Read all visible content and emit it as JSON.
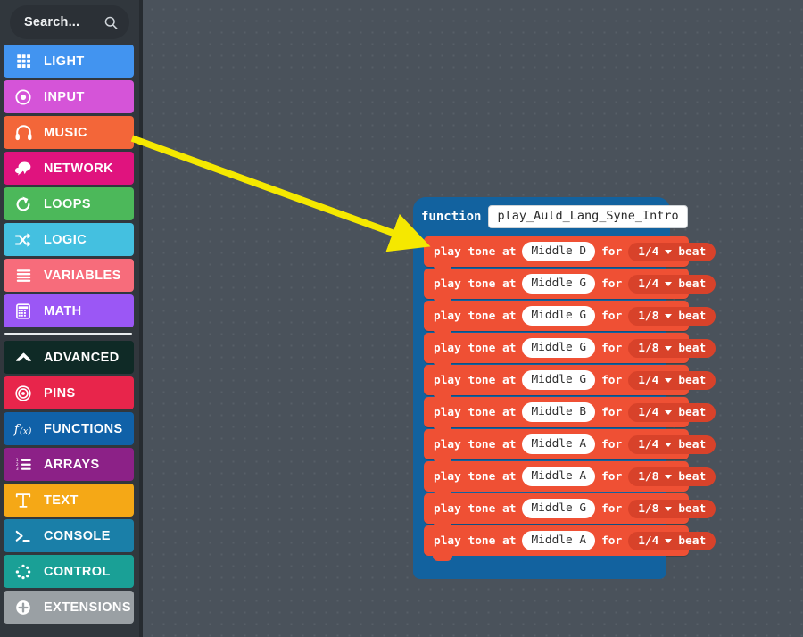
{
  "search": {
    "placeholder": "Search...",
    "icon": "search-icon"
  },
  "sidebar": {
    "background": "#31373d",
    "items": [
      {
        "label": "LIGHT",
        "color": "#4294f0",
        "icon": "grid-dots-icon"
      },
      {
        "label": "INPUT",
        "color": "#d554d8",
        "icon": "target-dot-icon"
      },
      {
        "label": "MUSIC",
        "color": "#f36639",
        "icon": "headphones-icon"
      },
      {
        "label": "NETWORK",
        "color": "#e0137e",
        "icon": "speech-bubbles-icon"
      },
      {
        "label": "LOOPS",
        "color": "#4cb85a",
        "icon": "refresh-loop-icon"
      },
      {
        "label": "LOGIC",
        "color": "#44c0e0",
        "icon": "shuffle-icon"
      },
      {
        "label": "VARIABLES",
        "color": "#f76c7b",
        "icon": "lines-list-icon"
      },
      {
        "label": "MATH",
        "color": "#9b57f5",
        "icon": "calculator-icon"
      }
    ],
    "advanced_group": [
      {
        "label": "ADVANCED",
        "color": "#0f2a26",
        "icon": "chevron-up-icon"
      },
      {
        "label": "PINS",
        "color": "#e8254b",
        "icon": "concentric-circles-icon"
      },
      {
        "label": "FUNCTIONS",
        "color": "#1061a8",
        "icon": "fx-icon"
      },
      {
        "label": "ARRAYS",
        "color": "#8c2187",
        "icon": "numbered-list-icon"
      },
      {
        "label": "TEXT",
        "color": "#f5a816",
        "icon": "text-t-icon"
      },
      {
        "label": "CONSOLE",
        "color": "#1a7fa8",
        "icon": "terminal-prompt-icon"
      },
      {
        "label": "CONTROL",
        "color": "#1aa096",
        "icon": "spinner-dots-icon"
      },
      {
        "label": "EXTENSIONS",
        "color": "#9aa0a4",
        "icon": "plus-circle-icon"
      }
    ]
  },
  "canvas": {
    "background": "#4a525b"
  },
  "program": {
    "function_block": {
      "keyword": "function",
      "name": "play_Auld_Lang_Syne_Intro",
      "color": "#12629f"
    },
    "block_color": "#ef5034",
    "field_color": "#d8422a",
    "statements": [
      {
        "prefix": "play tone at",
        "note": "Middle D",
        "middle": "for",
        "beat": "1/4",
        "unit": "beat"
      },
      {
        "prefix": "play tone at",
        "note": "Middle G",
        "middle": "for",
        "beat": "1/4",
        "unit": "beat"
      },
      {
        "prefix": "play tone at",
        "note": "Middle G",
        "middle": "for",
        "beat": "1/8",
        "unit": "beat"
      },
      {
        "prefix": "play tone at",
        "note": "Middle G",
        "middle": "for",
        "beat": "1/8",
        "unit": "beat"
      },
      {
        "prefix": "play tone at",
        "note": "Middle G",
        "middle": "for",
        "beat": "1/4",
        "unit": "beat"
      },
      {
        "prefix": "play tone at",
        "note": "Middle B",
        "middle": "for",
        "beat": "1/4",
        "unit": "beat"
      },
      {
        "prefix": "play tone at",
        "note": "Middle A",
        "middle": "for",
        "beat": "1/4",
        "unit": "beat"
      },
      {
        "prefix": "play tone at",
        "note": "Middle A",
        "middle": "for",
        "beat": "1/8",
        "unit": "beat"
      },
      {
        "prefix": "play tone at",
        "note": "Middle G",
        "middle": "for",
        "beat": "1/8",
        "unit": "beat"
      },
      {
        "prefix": "play tone at",
        "note": "Middle A",
        "middle": "for",
        "beat": "1/4",
        "unit": "beat"
      }
    ]
  },
  "annotation": {
    "arrow_color": "#f5e800",
    "from": "music-category-button",
    "to": "first-play-tone-block"
  }
}
